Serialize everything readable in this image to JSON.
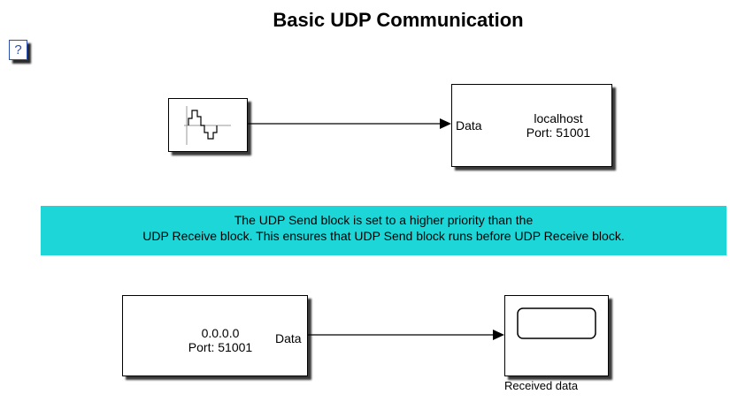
{
  "title": "Basic UDP Communication",
  "help_button": "?",
  "udp_send": {
    "port_label": "Data",
    "host": "localhost",
    "port": "Port: 51001"
  },
  "note": {
    "line1": "The UDP Send block is set to a higher priority than the",
    "line2": "UDP Receive block. This ensures that UDP Send block runs before UDP Receive block."
  },
  "udp_receive": {
    "address": "0.0.0.0",
    "port": "Port: 51001",
    "port_label": "Data"
  },
  "scope": {
    "label": "Received data"
  },
  "colors": {
    "note_background": "#1dd6d8",
    "help_blue": "#2b4fb0"
  }
}
